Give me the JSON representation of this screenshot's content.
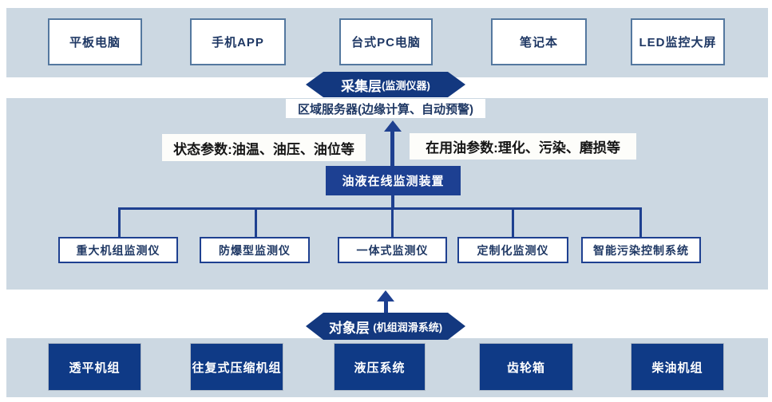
{
  "colors": {
    "strip_background": "#ccd8e2",
    "banner_navy": "#13387f",
    "device_box_navy": "#1d4092",
    "equipment_box_navy": "#0f3a86",
    "connector_navy": "#1e4090",
    "white_box_border": "#54789f",
    "navy_text": "#1f3864",
    "param_text": "#151515"
  },
  "top_row": {
    "items": [
      {
        "label": "平板电脑"
      },
      {
        "label": "手机APP"
      },
      {
        "label": "台式PC电脑"
      },
      {
        "label": "笔记本"
      },
      {
        "label": "LED监控大屏"
      }
    ]
  },
  "collection_banner": {
    "title": "采集层",
    "subtitle": "(监测仪器)"
  },
  "server_box": {
    "label": "区域服务器(边缘计算、自动预警)"
  },
  "params": {
    "left": "状态参数:油温、油压、油位等",
    "right": "在用油参数:理化、污染、磨损等"
  },
  "device_box": {
    "label": "油液在线监测装置"
  },
  "monitor_row": {
    "items": [
      {
        "label": "重大机组监测仪"
      },
      {
        "label": "防爆型监测仪"
      },
      {
        "label": "一体式监测仪"
      },
      {
        "label": "定制化监测仪"
      },
      {
        "label": "智能污染控制系统"
      }
    ]
  },
  "object_banner": {
    "title": "对象层",
    "subtitle": "(机组润滑系统)"
  },
  "equipment_row": {
    "items": [
      {
        "label": "透平机组"
      },
      {
        "label": "往复式压缩机组"
      },
      {
        "label": "液压系统"
      },
      {
        "label": "齿轮箱"
      },
      {
        "label": "柴油机组"
      }
    ]
  }
}
